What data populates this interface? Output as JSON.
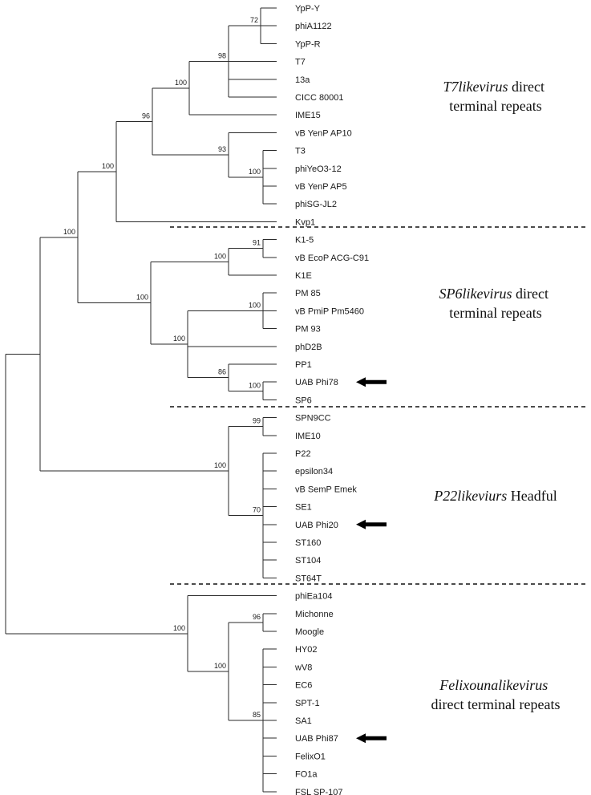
{
  "tree": {
    "leaves": [
      {
        "id": "ypy",
        "label": "YpP-Y"
      },
      {
        "id": "phia1122",
        "label": "phiA1122"
      },
      {
        "id": "ypr",
        "label": "YpP-R"
      },
      {
        "id": "t7",
        "label": "T7"
      },
      {
        "id": "13a",
        "label": "13a"
      },
      {
        "id": "cicc",
        "label": "CICC 80001"
      },
      {
        "id": "ime15",
        "label": "IME15"
      },
      {
        "id": "ap10",
        "label": "vB YenP AP10"
      },
      {
        "id": "t3",
        "label": "T3"
      },
      {
        "id": "phiyeo3",
        "label": "phiYeO3-12"
      },
      {
        "id": "ap5",
        "label": "vB YenP AP5"
      },
      {
        "id": "phisgjl2",
        "label": "phiSG-JL2"
      },
      {
        "id": "kvp1",
        "label": "Kvp1"
      },
      {
        "id": "k15",
        "label": "K1-5"
      },
      {
        "id": "acgc91",
        "label": "vB EcoP ACG-C91"
      },
      {
        "id": "k1e",
        "label": "K1E"
      },
      {
        "id": "pm85",
        "label": "PM 85"
      },
      {
        "id": "pm5460",
        "label": "vB PmiP Pm5460"
      },
      {
        "id": "pm93",
        "label": "PM 93"
      },
      {
        "id": "phd2b",
        "label": "phD2B"
      },
      {
        "id": "pp1",
        "label": "PP1"
      },
      {
        "id": "phi78",
        "label": "UAB Phi78",
        "arrow": true
      },
      {
        "id": "sp6",
        "label": "SP6"
      },
      {
        "id": "spn9cc",
        "label": "SPN9CC"
      },
      {
        "id": "ime10",
        "label": "IME10"
      },
      {
        "id": "p22",
        "label": "P22"
      },
      {
        "id": "eps34",
        "label": "epsilon34"
      },
      {
        "id": "emek",
        "label": "vB SemP Emek"
      },
      {
        "id": "se1",
        "label": "SE1"
      },
      {
        "id": "phi20",
        "label": "UAB Phi20",
        "arrow": true
      },
      {
        "id": "st160",
        "label": "ST160"
      },
      {
        "id": "st104",
        "label": "ST104"
      },
      {
        "id": "st64t",
        "label": "ST64T"
      },
      {
        "id": "phiea104",
        "label": "phiEa104"
      },
      {
        "id": "michonne",
        "label": "Michonne"
      },
      {
        "id": "moogle",
        "label": "Moogle"
      },
      {
        "id": "hy02",
        "label": "HY02"
      },
      {
        "id": "wv8",
        "label": "wV8"
      },
      {
        "id": "ec6",
        "label": "EC6"
      },
      {
        "id": "spt1",
        "label": "SPT-1"
      },
      {
        "id": "sa1",
        "label": "SA1"
      },
      {
        "id": "phi87",
        "label": "UAB Phi87",
        "arrow": true
      },
      {
        "id": "felixo1",
        "label": "FelixO1"
      },
      {
        "id": "fo1a",
        "label": "FO1a"
      },
      {
        "id": "fslsp107",
        "label": "FSL SP-107"
      }
    ],
    "nodes": [
      {
        "id": "n_yp",
        "children": [
          "ypy",
          "phia1122",
          "ypr"
        ],
        "support": "72"
      },
      {
        "id": "n_98",
        "children": [
          "n_yp",
          "t7",
          "13a",
          "cicc"
        ],
        "support": "98"
      },
      {
        "id": "n_100a",
        "children": [
          "n_98",
          "ime15"
        ],
        "support": "100"
      },
      {
        "id": "n_ap5",
        "children": [
          "t3",
          "phiyeo3",
          "ap5",
          "phisgjl2"
        ],
        "support": "100"
      },
      {
        "id": "n_93",
        "children": [
          "ap10",
          "n_ap5"
        ],
        "support": "93"
      },
      {
        "id": "n_96",
        "children": [
          "n_100a",
          "n_93"
        ],
        "support": "96"
      },
      {
        "id": "n_t7all",
        "children": [
          "n_96",
          "kvp1"
        ],
        "support": "100"
      },
      {
        "id": "n_91",
        "children": [
          "k15",
          "acgc91"
        ],
        "support": "91"
      },
      {
        "id": "n_k1",
        "children": [
          "n_91",
          "k1e"
        ],
        "support": "100"
      },
      {
        "id": "n_pm",
        "children": [
          "pm85",
          "pm5460",
          "pm93"
        ],
        "support": "100"
      },
      {
        "id": "n_sp6pair",
        "children": [
          "phi78",
          "sp6"
        ],
        "support": "100"
      },
      {
        "id": "n_86",
        "children": [
          "pp1",
          "n_sp6pair"
        ],
        "support": "86"
      },
      {
        "id": "n_100b",
        "children": [
          "n_pm",
          "phd2b",
          "n_86"
        ],
        "support": "100"
      },
      {
        "id": "n_sp6all",
        "children": [
          "n_k1",
          "n_100b"
        ],
        "support": "100"
      },
      {
        "id": "n_t7sp6",
        "children": [
          "n_t7all",
          "n_sp6all"
        ],
        "support": "100"
      },
      {
        "id": "n_99",
        "children": [
          "spn9cc",
          "ime10"
        ],
        "support": "99"
      },
      {
        "id": "n_70",
        "children": [
          "p22",
          "eps34",
          "emek",
          "se1",
          "phi20",
          "st160",
          "st104",
          "st64t"
        ],
        "support": "70"
      },
      {
        "id": "n_p22all",
        "children": [
          "n_99",
          "n_70"
        ],
        "support": "100"
      },
      {
        "id": "n_upper",
        "children": [
          "n_t7sp6",
          "n_p22all"
        ],
        "support": ""
      },
      {
        "id": "n_mm",
        "children": [
          "michonne",
          "moogle"
        ],
        "support": "96"
      },
      {
        "id": "n_85",
        "children": [
          "hy02",
          "wv8",
          "ec6",
          "spt1",
          "sa1",
          "phi87",
          "felixo1",
          "fo1a",
          "fslsp107"
        ],
        "support": "85"
      },
      {
        "id": "n_fel_in",
        "children": [
          "n_mm",
          "n_85"
        ],
        "support": "100"
      },
      {
        "id": "n_fel",
        "children": [
          "phiea104",
          "n_fel_in"
        ],
        "support": "100"
      },
      {
        "id": "n_root",
        "children": [
          "n_upper",
          "n_fel"
        ],
        "support": ""
      }
    ],
    "root": "n_root"
  },
  "clades": [
    {
      "id": "t7like",
      "italic": "T7likevirus",
      "rest": " direct",
      "line2": "terminal repeats"
    },
    {
      "id": "sp6like",
      "italic": "SP6likevirus",
      "rest": " direct",
      "line2": "terminal repeats"
    },
    {
      "id": "p22like",
      "italic": "P22likeviurs",
      "rest": " Headful",
      "line2": ""
    },
    {
      "id": "felix",
      "italic": "Felixounalikevirus",
      "rest": "",
      "line2": "direct terminal repeats"
    }
  ],
  "colors": {
    "line": "#2a2a2a",
    "text": "#1a1a1a",
    "arrow": "#000000"
  }
}
